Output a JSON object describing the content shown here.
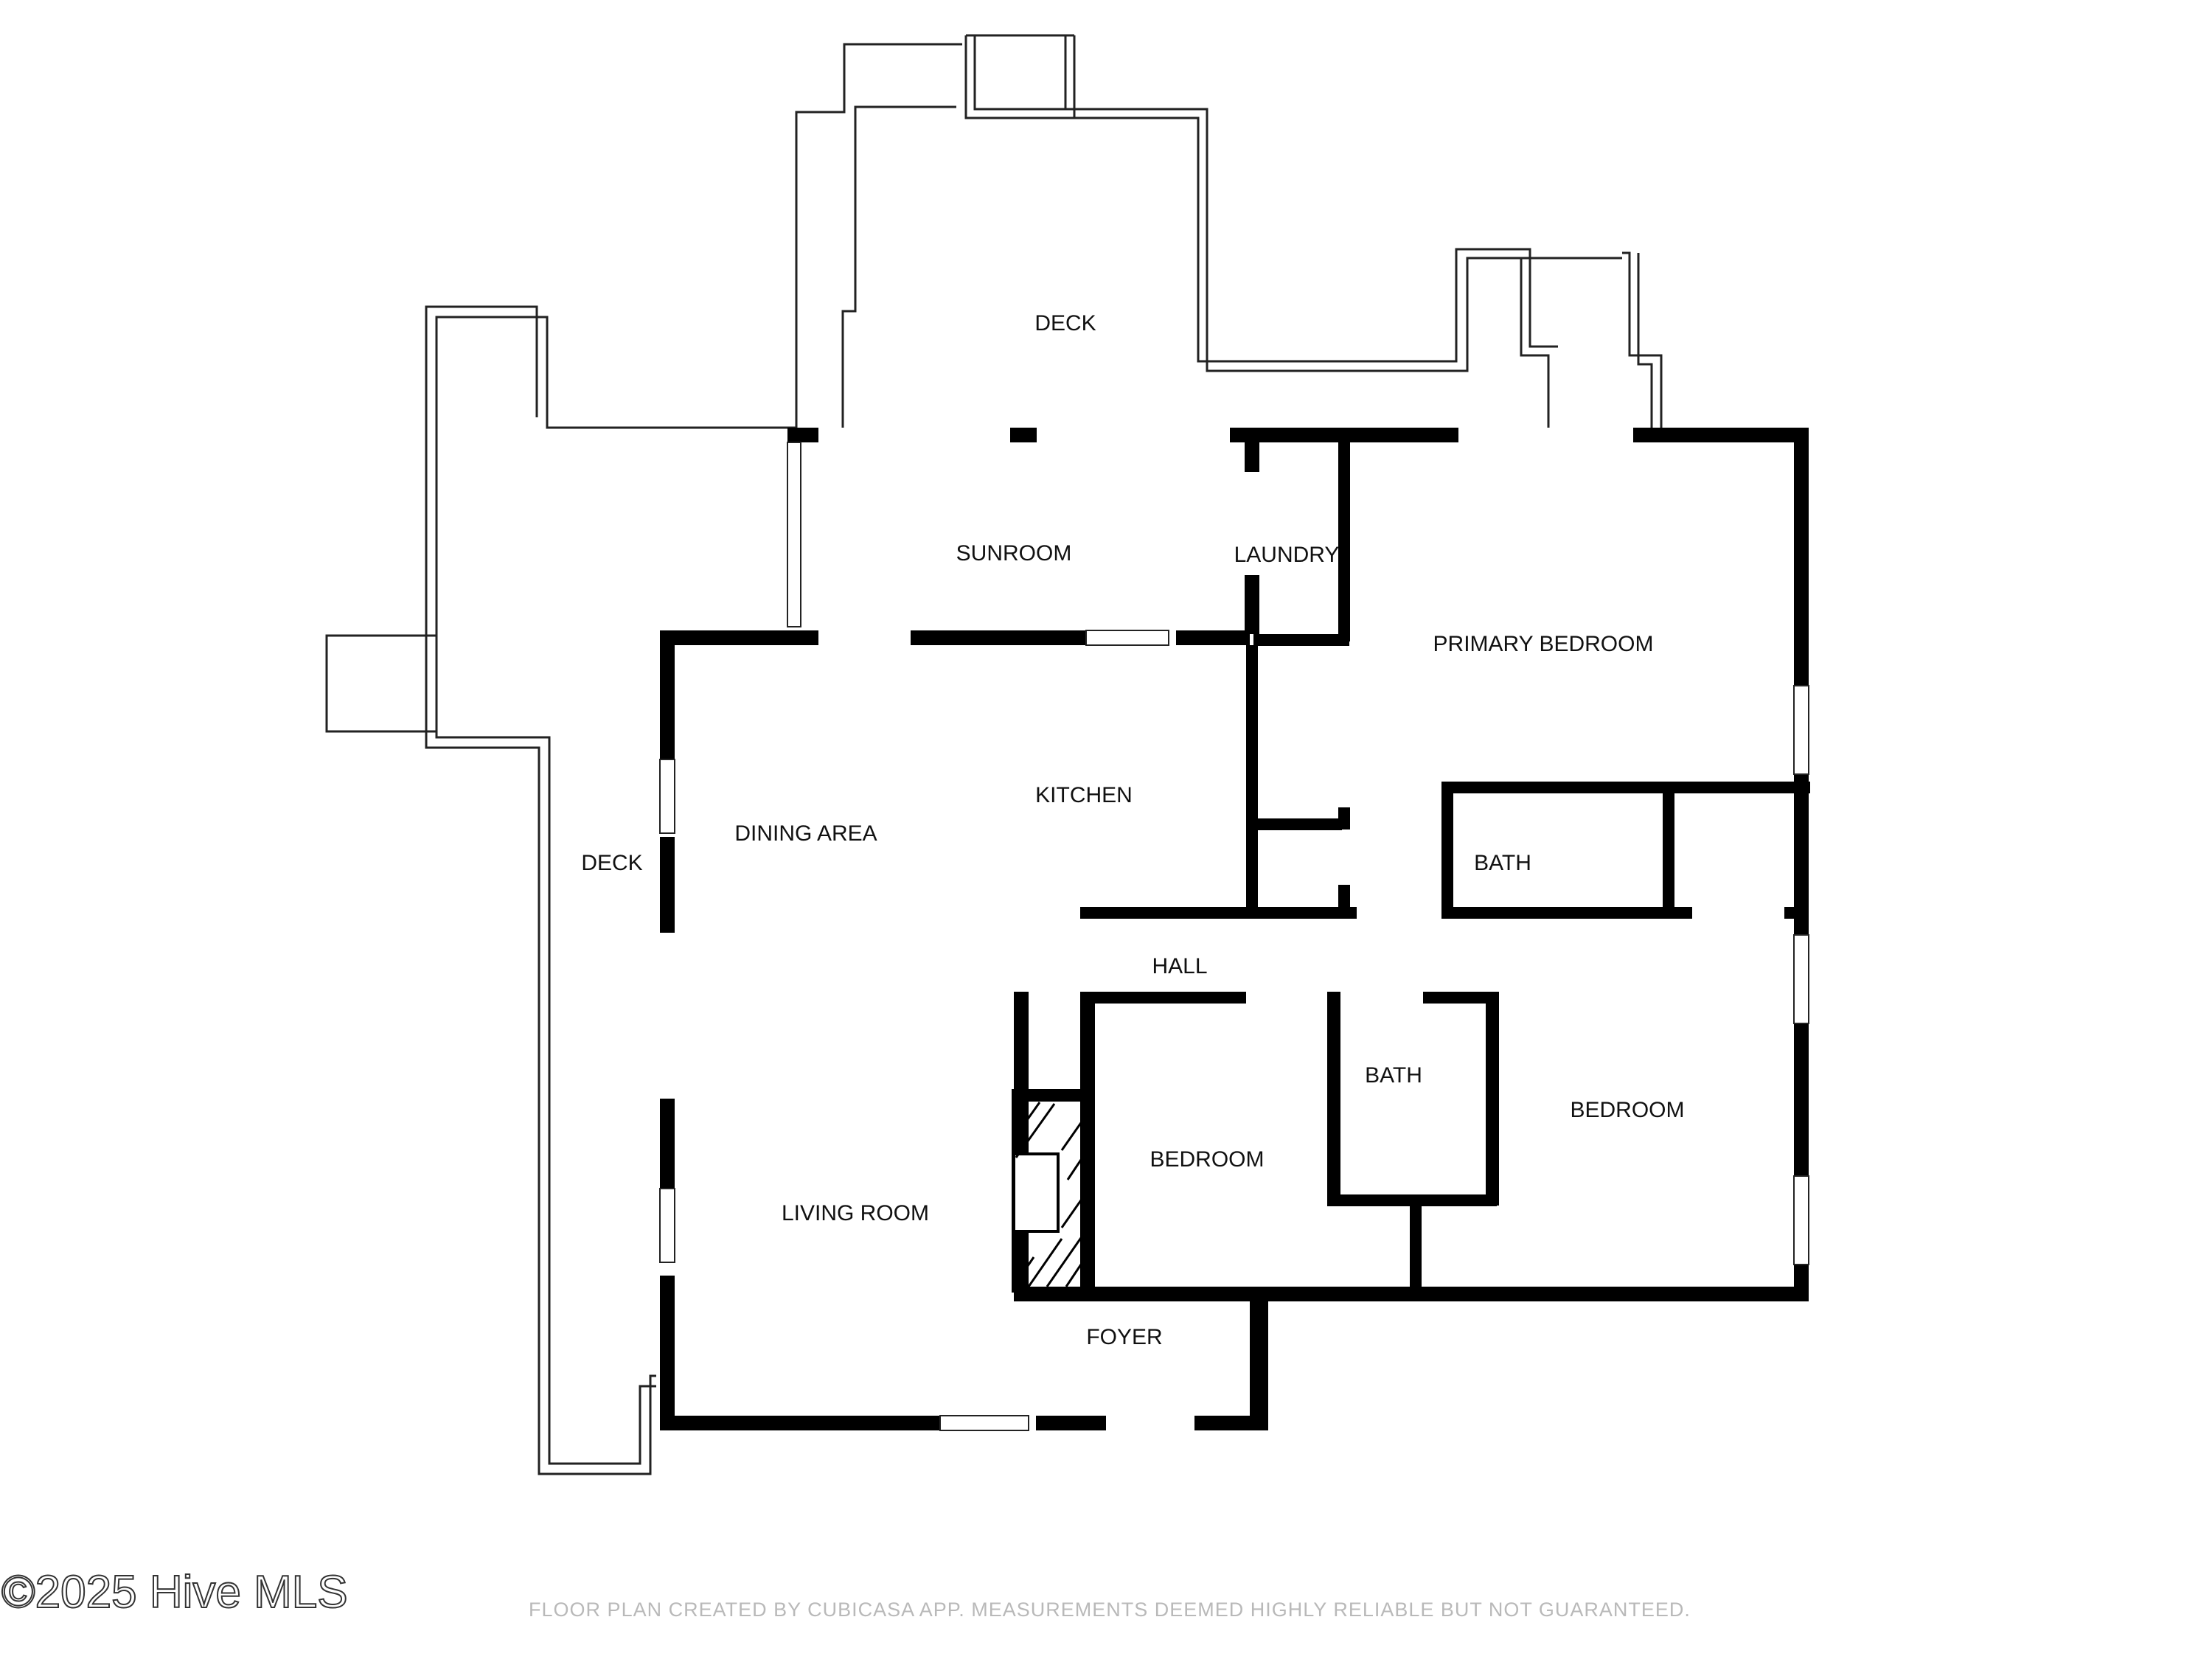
{
  "colors": {
    "wall": "#000000",
    "outline": "#222222",
    "label": "#111111",
    "credit": "#b9b9b9",
    "background": "#ffffff"
  },
  "rooms": {
    "deck_top": "DECK",
    "deck_left": "DECK",
    "sunroom": "SUNROOM",
    "laundry": "LAUNDRY",
    "primary_bedroom": "PRIMARY BEDROOM",
    "kitchen": "KITCHEN",
    "dining_area": "DINING AREA",
    "bath_primary": "BATH",
    "hall": "HALL",
    "bath_hall": "BATH",
    "bedroom_right": "BEDROOM",
    "bedroom_center": "BEDROOM",
    "living_room": "LIVING ROOM",
    "foyer": "FOYER"
  },
  "footer": {
    "watermark": "©2025 Hive MLS",
    "credit": "FLOOR PLAN CREATED BY CUBICASA APP. MEASUREMENTS DEEMED HIGHLY RELIABLE BUT NOT GUARANTEED."
  }
}
